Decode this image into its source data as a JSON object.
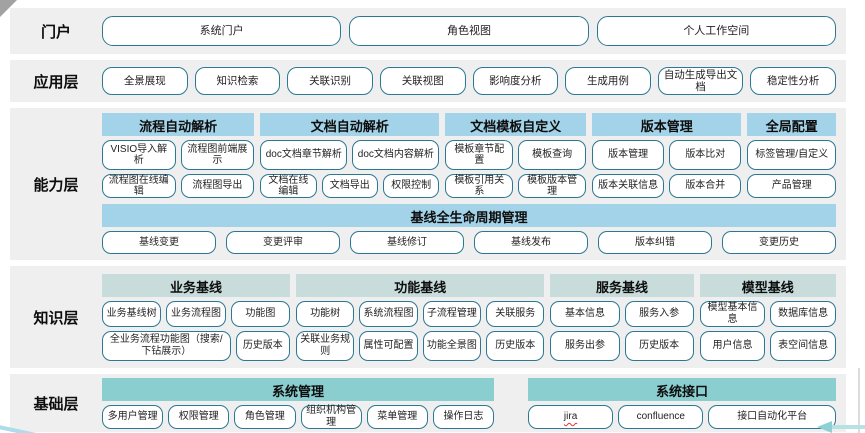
{
  "portal": {
    "label": "门户",
    "buttons": [
      "系统门户",
      "角色视图",
      "个人工作空间"
    ]
  },
  "application": {
    "label": "应用层",
    "buttons": [
      "全景展现",
      "知识检索",
      "关联识别",
      "关联视图",
      "影响度分析",
      "生成用例",
      "自动生成导出文档",
      "稳定性分析"
    ]
  },
  "capability": {
    "label": "能力层",
    "groups": [
      {
        "title": "流程自动解析",
        "rows": [
          [
            "VISIO导入解析",
            "流程图前端展示"
          ],
          [
            "流程图在线编辑",
            "流程图导出"
          ]
        ]
      },
      {
        "title": "文档自动解析",
        "rows": [
          [
            "doc文档章节解析",
            "doc文档内容解析"
          ],
          [
            "文档在线编辑",
            "文档导出",
            "权限控制"
          ]
        ]
      },
      {
        "title": "文档模板自定义",
        "rows": [
          [
            "模板章节配置",
            "模板查询"
          ],
          [
            "模板引用关系",
            "模板版本管理"
          ]
        ]
      },
      {
        "title": "版本管理",
        "rows": [
          [
            "版本管理",
            "版本比对"
          ],
          [
            "版本关联信息",
            "版本合并"
          ]
        ]
      },
      {
        "title": "全局配置",
        "rows": [
          [
            "标签管理/自定义"
          ],
          [
            "产品管理"
          ]
        ]
      }
    ],
    "baseline": {
      "title": "基线全生命周期管理",
      "buttons": [
        "基线变更",
        "变更评审",
        "基线修订",
        "基线发布",
        "版本纠错",
        "变更历史"
      ]
    }
  },
  "knowledge": {
    "label": "知识层",
    "groups": [
      {
        "title": "业务基线",
        "rows": [
          [
            "业务基线树",
            "业务流程图",
            "功能图"
          ],
          [
            "全业务流程功能图（搜索/下钻展示）",
            "历史版本"
          ]
        ]
      },
      {
        "title": "功能基线",
        "rows": [
          [
            "功能树",
            "系统流程图",
            "子流程管理",
            "关联服务"
          ],
          [
            "关联业务规则",
            "属性可配置",
            "功能全景图",
            "历史版本"
          ]
        ]
      },
      {
        "title": "服务基线",
        "rows": [
          [
            "基本信息",
            "服务入参"
          ],
          [
            "服务出参",
            "历史版本"
          ]
        ]
      },
      {
        "title": "模型基线",
        "rows": [
          [
            "模型基本信息",
            "数据库信息"
          ],
          [
            "用户信息",
            "表空间信息"
          ]
        ]
      }
    ]
  },
  "foundation": {
    "label": "基础层",
    "groups": [
      {
        "title": "系统管理",
        "buttons": [
          "多用户管理",
          "权限管理",
          "角色管理",
          "组织机构管理",
          "菜单管理",
          "操作日志"
        ]
      },
      {
        "title": "系统接口",
        "buttons": [
          "jira",
          "confluence",
          "接口自动化平台"
        ]
      }
    ]
  },
  "colors": {
    "capability_header": "#a3d3e8",
    "knowledge_header": "#c9dcdc",
    "foundation_header": "#8bced0",
    "button_border": "#2b7894",
    "row_background": "#efefef",
    "spellcheck_underline": "#e03535"
  }
}
